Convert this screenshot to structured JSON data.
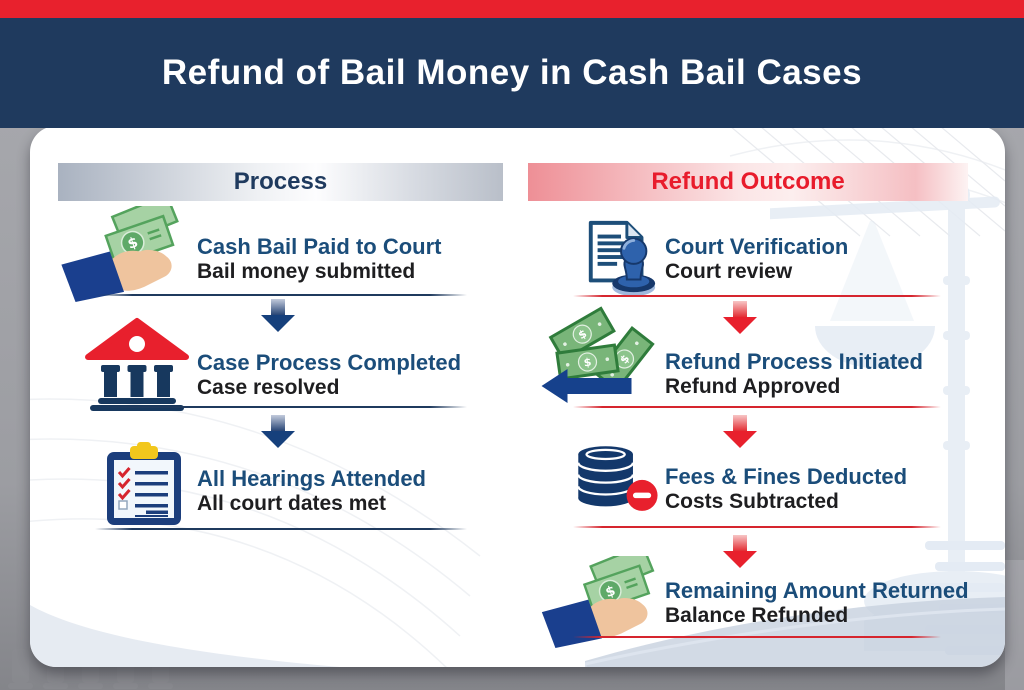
{
  "header": {
    "title": "Refund of Bail Money in Cash Bail Cases"
  },
  "columns": {
    "process": {
      "label": "Process",
      "steps": [
        {
          "title": "Cash Bail Paid to Court",
          "subtitle": "Bail money submitted",
          "icon": "hand-giving-cash-icon"
        },
        {
          "title": "Case Process Completed",
          "subtitle": "Case resolved",
          "icon": "courthouse-icon"
        },
        {
          "title": "All Hearings Attended",
          "subtitle": "All court dates met",
          "icon": "clipboard-checklist-icon"
        }
      ]
    },
    "refund_outcome": {
      "label": "Refund Outcome",
      "steps": [
        {
          "title": "Court Verification",
          "subtitle": "Court review",
          "icon": "stamped-document-icon"
        },
        {
          "title": "Refund Process Initiated",
          "subtitle": "Refund Approved",
          "icon": "money-return-arrow-icon"
        },
        {
          "title": "Fees & Fines Deducted",
          "subtitle": "Costs Subtracted",
          "icon": "coins-minus-icon"
        },
        {
          "title": "Remaining Amount Returned",
          "subtitle": "Balance Refunded",
          "icon": "hand-receiving-cash-icon"
        }
      ]
    }
  },
  "colors": {
    "top_stripe_red": "#e8212d",
    "band_navy": "#1f3a5e",
    "step_title_blue": "#1b4d7a",
    "subtitle_dark": "#1e1e20",
    "divider_red": "#d6252e",
    "money_green": "#9ed29e",
    "watermark_blue": "#e4ebf4"
  }
}
